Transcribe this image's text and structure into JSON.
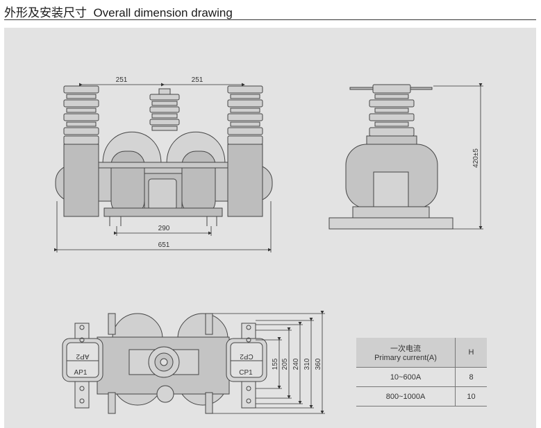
{
  "title": {
    "cn": "外形及安装尺寸",
    "en": "Overall dimension drawing"
  },
  "front_view": {
    "dim_left": "251",
    "dim_right": "251",
    "dim_mount": "290",
    "dim_overall": "651"
  },
  "side_view": {
    "dim_height": "420±5"
  },
  "bottom_view": {
    "terminal_left_top": "AP2",
    "terminal_left_bottom": "AP1",
    "terminal_right_top": "CP2",
    "terminal_right_bottom": "CP1",
    "dims": [
      "155",
      "205",
      "240",
      "310",
      "360"
    ]
  },
  "table": {
    "header_cn": "一次电流",
    "header_en": "Primary current(A)",
    "header_h": "H",
    "rows": [
      {
        "current": "10~600A",
        "h": "8"
      },
      {
        "current": "800~1000A",
        "h": "10"
      }
    ]
  }
}
